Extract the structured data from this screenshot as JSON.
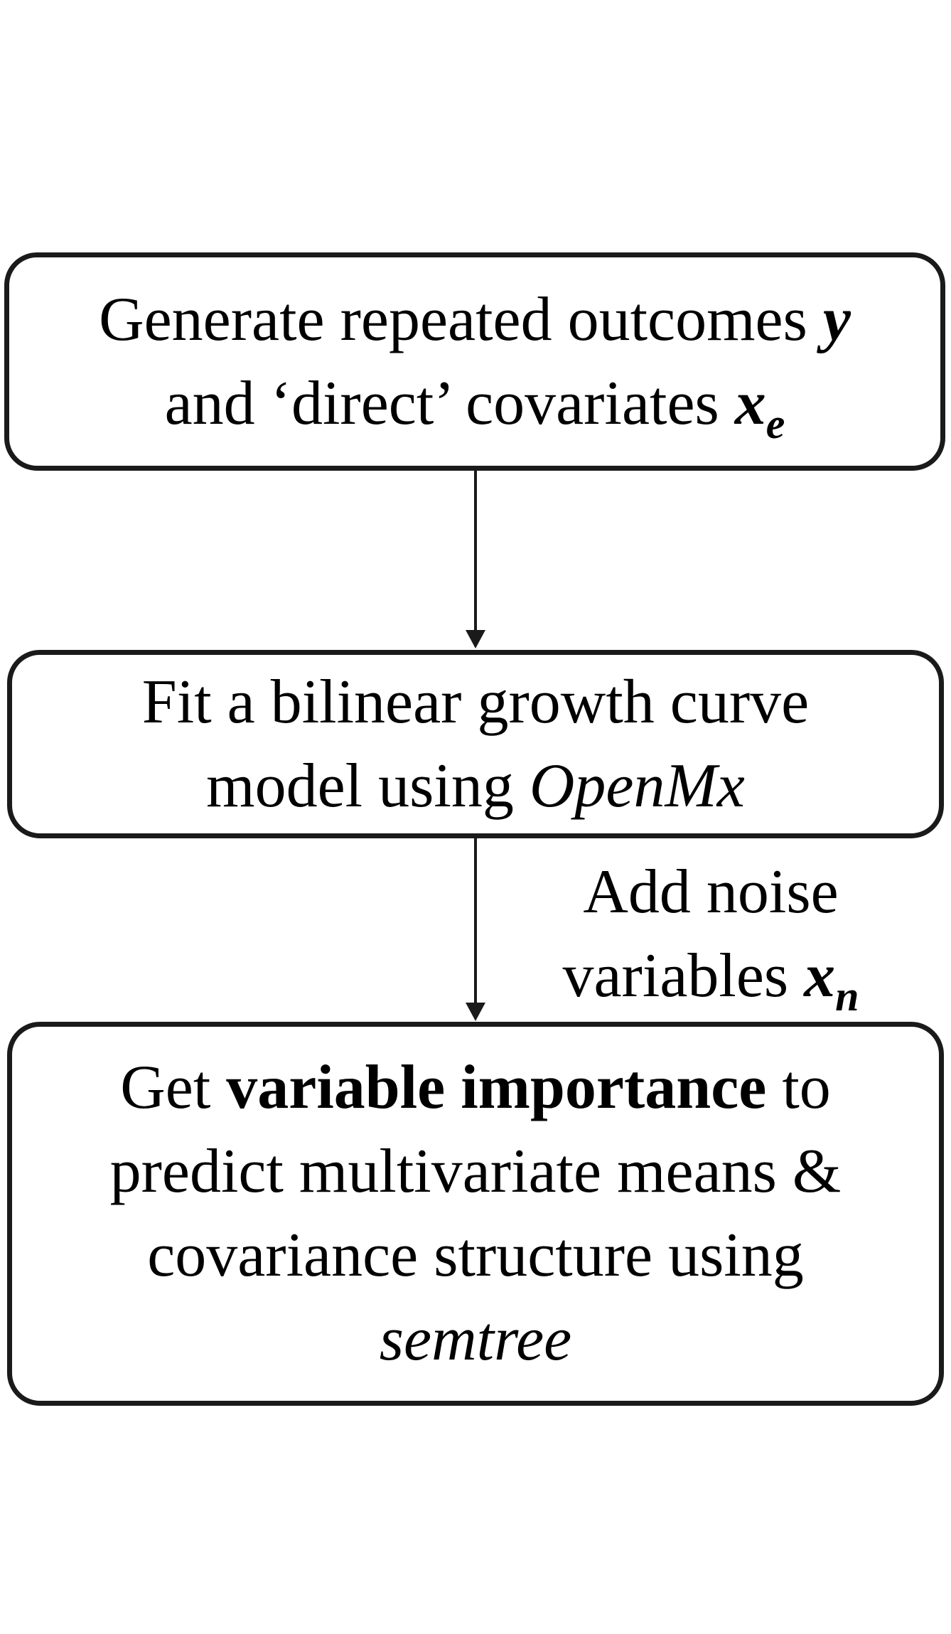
{
  "nodes": [
    {
      "id": "box1",
      "line1_text": "Generate repeated outcomes ",
      "line1_var": "y",
      "line2_text": "and ‘direct’ covariates ",
      "line2_var": "x",
      "line2_sub": "e"
    },
    {
      "id": "box2",
      "line1_text": "Fit a bilinear growth curve",
      "line2_text": "model using ",
      "line2_italic": "OpenMx"
    },
    {
      "id": "box3",
      "line1_pre": "Get ",
      "line1_bold": "variable importance",
      "line1_post": " to",
      "line2_text": "predict multivariate means &",
      "line3_text": "covariance structure using",
      "line4_italic": "semtree"
    }
  ],
  "edges": [
    {
      "from": "box1",
      "to": "box2",
      "label": ""
    },
    {
      "from": "box2",
      "to": "box3",
      "label_line1": "Add noise",
      "label_line2_text": "variables ",
      "label_line2_var": "x",
      "label_line2_sub": "n"
    }
  ],
  "colors": {
    "stroke": "#1a1a1a",
    "background": "#ffffff",
    "text": "#000000"
  }
}
